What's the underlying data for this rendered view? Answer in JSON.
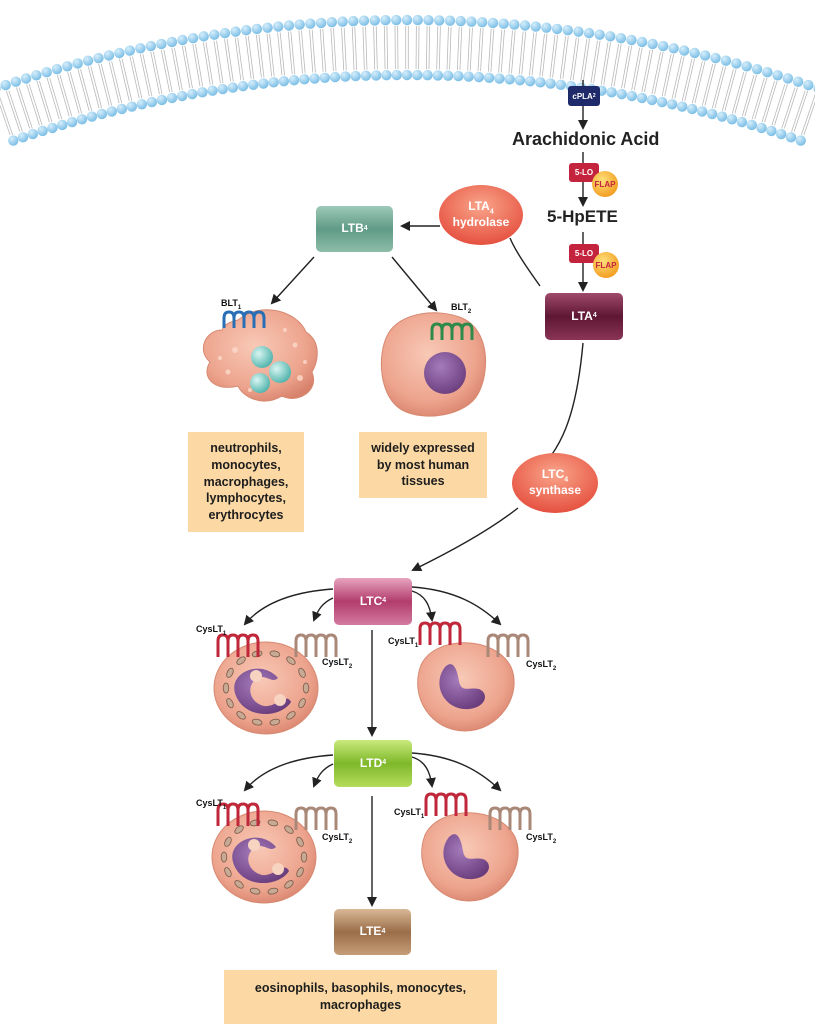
{
  "enzymes": {
    "cpla2": "cPLA",
    "cpla2_sub": "2",
    "lo5_a": "5-LO",
    "flap_a": "FLAP",
    "lo5_b": "5-LO",
    "flap_b": "FLAP",
    "lta4_hydrolase_main": "LTA",
    "lta4_hydrolase_sub": "4",
    "lta4_hydrolase_word": "hydrolase",
    "ltc4_synthase_main": "LTC",
    "ltc4_synthase_sub": "4",
    "ltc4_synthase_word": "synthase"
  },
  "metabolites": {
    "arachidonic_acid": "Arachidonic Acid",
    "hpete": "5-HpETE",
    "lta4": "LTA",
    "lta4_sub": "4",
    "ltb4": "LTB",
    "ltb4_sub": "4",
    "ltc4": "LTC",
    "ltc4_sub": "4",
    "ltd4": "LTD",
    "ltd4_sub": "4",
    "lte4": "LTE",
    "lte4_sub": "4"
  },
  "receptors": {
    "blt1": "BLT",
    "blt1_sub": "1",
    "blt2": "BLT",
    "blt2_sub": "2",
    "cyslt": "CysLT",
    "sub1": "1",
    "sub2": "2"
  },
  "notes": {
    "blt1_cells": "neutrophils, monocytes, macrophages, lymphocytes, erythrocytes",
    "blt2_cells": "widely expressed by most human tissues",
    "cyslt_cells": "eosinophils, basophils, monocytes, macrophages"
  },
  "colors": {
    "membrane_head": "#8ec9ec",
    "cell_fill": "#eda48e",
    "nucleus": "#7d4a8e",
    "blt1_receptor": "#2a6fb5",
    "blt2_receptor": "#2e8a4a",
    "cyslt1_receptor": "#c0273a",
    "cyslt2_receptor": "#a98878",
    "note_bg": "#fcd9a4"
  }
}
